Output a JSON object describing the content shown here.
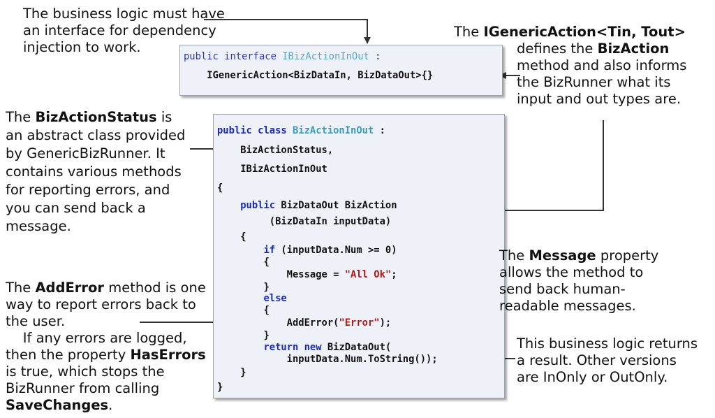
{
  "notes": {
    "interface_note": {
      "line1": "The business logic must have",
      "line2": "an interface for dependency",
      "line3": "injection to work."
    },
    "generic_action_note": {
      "l1_pre": "The ",
      "l1_bold": "IGenericAction<Tin, Tout>",
      "l2_pre": "defines the ",
      "l2_bold": "BizAction",
      "line3": "method and also informs",
      "line4": "the BizRunner what its",
      "line5": "input and out types are."
    },
    "status_note": {
      "l1_pre": "The ",
      "l1_bold": "BizActionStatus",
      "l1_post": " is",
      "line2": "an abstract class provided",
      "line3": "by GenericBizRunner. It",
      "line4": "contains various methods",
      "line5": "for reporting errors, and",
      "line6": "you can send back a",
      "line7": "message."
    },
    "message_note": {
      "l1_pre": "The ",
      "l1_bold": "Message",
      "l1_post": " property",
      "line2": "allows the method to",
      "line3": "send back human-",
      "line4": "readable messages."
    },
    "adderror_note": {
      "l1_pre": "The ",
      "l1_bold": "AddError",
      "l1_post": " method is one",
      "line2": "way to report errors back to",
      "line3": "the user.",
      "line4": "    If any errors are logged,",
      "l5_pre": "then the property ",
      "l5_bold": "HasErrors",
      "line6": "is true, which stops the",
      "line7": "BizRunner from calling",
      "l8_bold": "SaveChanges",
      "l8_post": "."
    },
    "result_note": {
      "line1": "This business logic returns",
      "line2": "a result. Other versions",
      "line3": "are InOnly or OutOnly."
    }
  },
  "interface_code": {
    "l1_kw": "public interface ",
    "l1_type": "IBizActionInOut",
    "l1_post": " :",
    "line2": "    IGenericAction<BizDataIn, BizDataOut>{}"
  },
  "class_code": {
    "l1_kw": "public class ",
    "l1_type": "BizActionInOut",
    "l1_post": " :",
    "line2": "    BizActionStatus,",
    "line3": "    IBizActionInOut",
    "line4": "{",
    "l5_kw": "    public",
    "l5_post": " BizDataOut BizAction",
    "line6": "         (BizDataIn inputData)",
    "line7": "    {",
    "l8_kw": "        if",
    "l8_post": " (inputData.Num >= 0)",
    "line9": "        {",
    "l10_pre": "            Message = ",
    "l10_str": "\"All Ok\"",
    "l10_post": ";",
    "line11": "        }",
    "line12": "        else",
    "line13": "        {",
    "l14_pre": "            AddError(",
    "l14_str": "\"Error\"",
    "l14_post": ");",
    "line15": "        }",
    "l16_kw": "        return new",
    "l16_post": " BizDataOut(",
    "line17": "            inputData.Num.ToString());",
    "line18": "    }",
    "line19": "}"
  }
}
